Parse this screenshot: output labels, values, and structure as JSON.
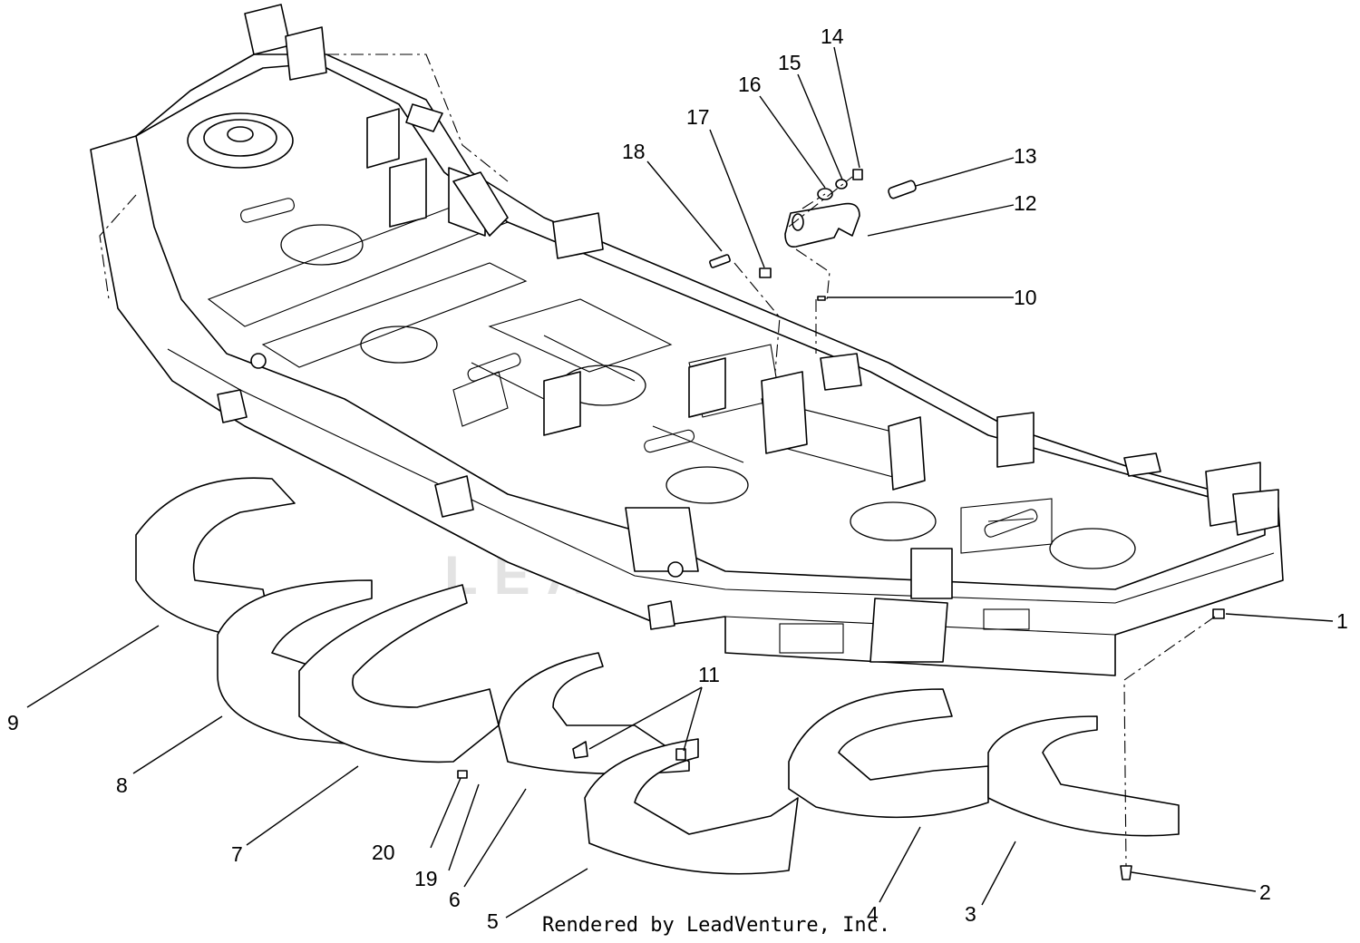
{
  "callouts": {
    "c1": "1",
    "c2": "2",
    "c3": "3",
    "c4": "4",
    "c5": "5",
    "c6": "6",
    "c7": "7",
    "c8": "8",
    "c9": "9",
    "c10": "10",
    "c11": "11",
    "c12": "12",
    "c13": "13",
    "c14": "14",
    "c15": "15",
    "c16": "16",
    "c17": "17",
    "c18": "18",
    "c19": "19",
    "c20": "20"
  },
  "credit": "Rendered by LeadVenture, Inc.",
  "watermark": "LEADVENTURE"
}
